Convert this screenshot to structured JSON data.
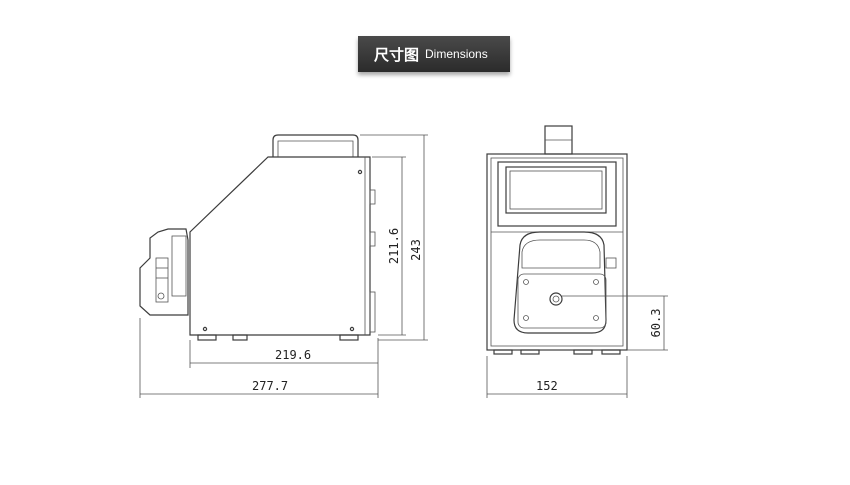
{
  "title": {
    "cn": "尺寸图",
    "en": "Dimensions"
  },
  "dimensions": {
    "side_body_width": "219.6",
    "side_total_width": "277.7",
    "side_body_height": "211.6",
    "side_total_height": "243",
    "front_width": "152",
    "pump_head_height": "60.3"
  }
}
